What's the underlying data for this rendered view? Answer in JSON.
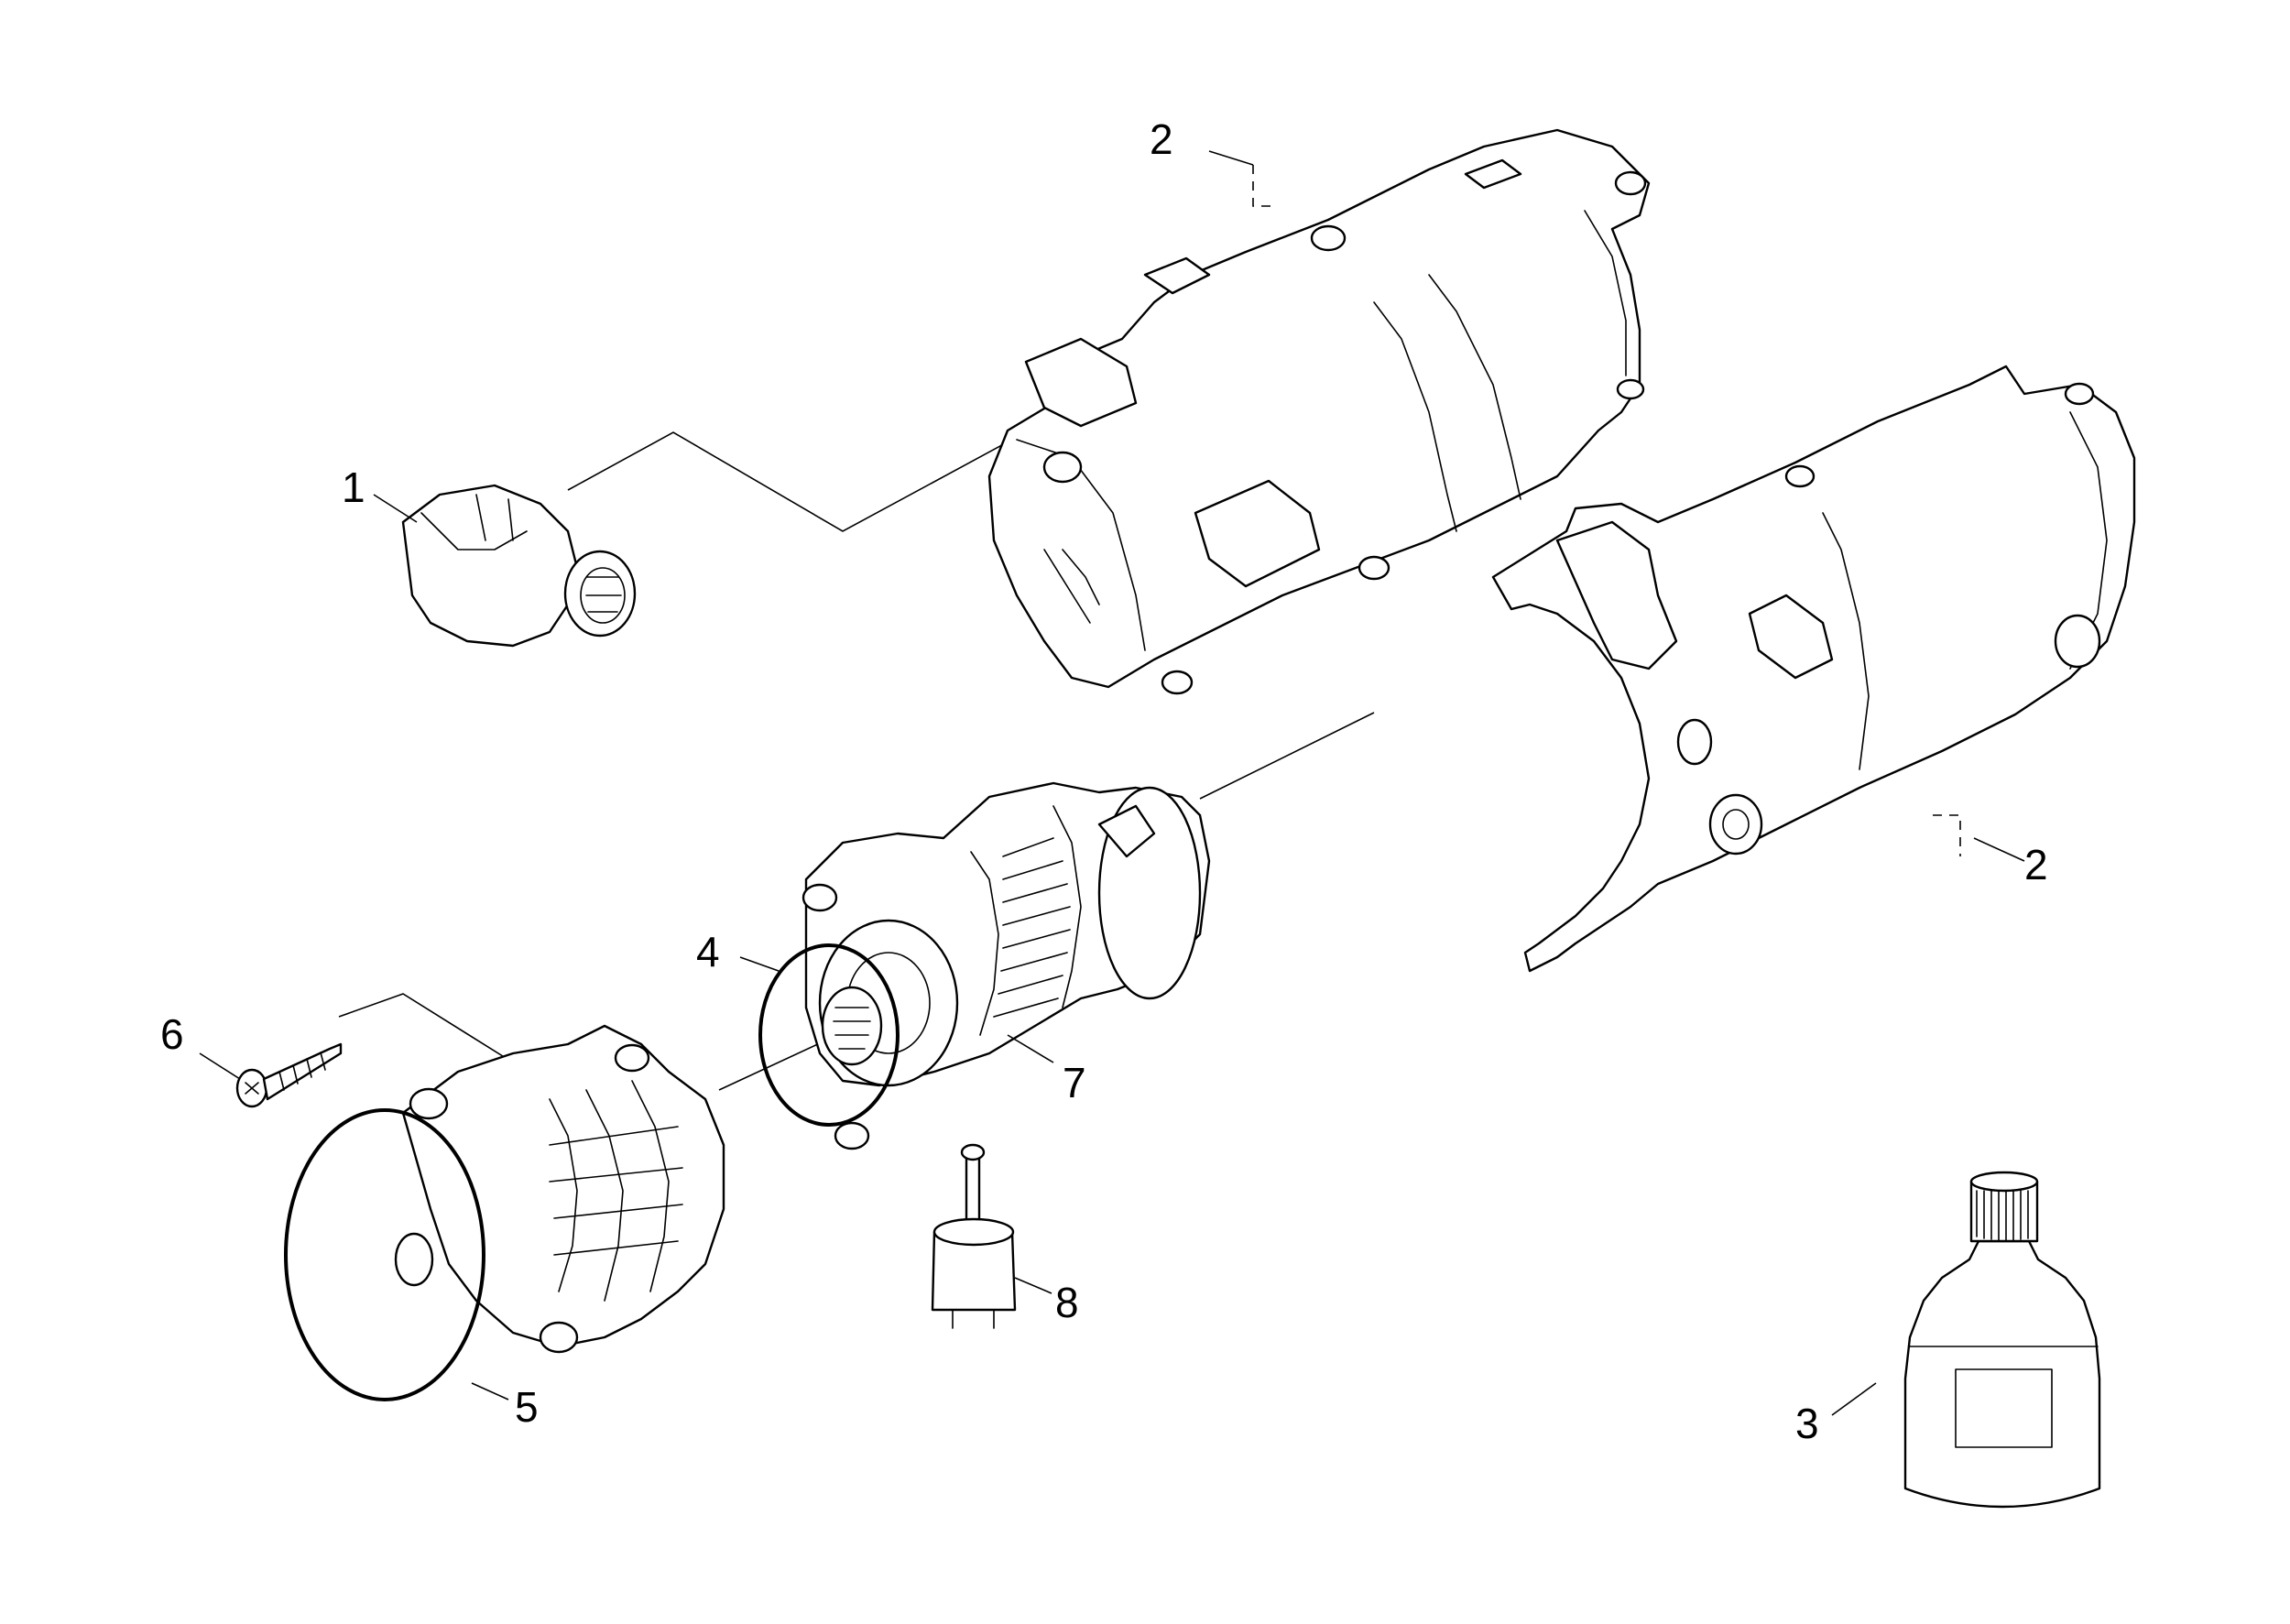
{
  "colors": {
    "background": "#ffffff",
    "line": "#000000"
  },
  "callouts": {
    "c1": "1",
    "c2_top": "2",
    "c2_right": "2",
    "c3": "3",
    "c4": "4",
    "c5": "5",
    "c6": "6",
    "c7": "7",
    "c8": "8"
  }
}
